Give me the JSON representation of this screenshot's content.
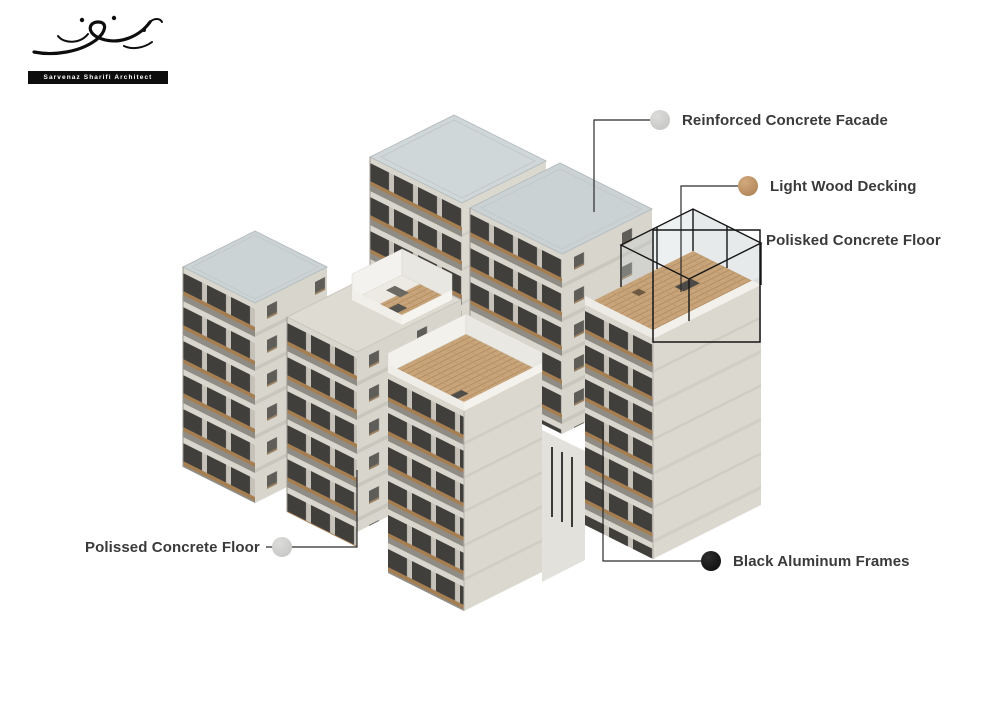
{
  "page": {
    "background": "#ffffff"
  },
  "logo": {
    "studio_name": "Sarvenaz Sharifi Architect"
  },
  "callouts": {
    "reinforced_concrete_facade": {
      "label": "Reinforced Concrete Facade",
      "swatch": "#c9c9c7"
    },
    "light_wood_decking": {
      "label": "Light Wood Decking",
      "swatch": "#c09468"
    },
    "polisked_concrete_floor": {
      "label": "Polisked Concrete Floor"
    },
    "polissed_concrete_floor": {
      "label": "Polissed Concrete Floor",
      "swatch": "#d9d9d7"
    },
    "black_aluminum_frames": {
      "label": "Black Aluminum Frames",
      "swatch": "#111111"
    }
  },
  "palette": {
    "concrete_light": "#d8d5cd",
    "concrete_shadow": "#b5b1a8",
    "roof_slab": "#cdd4d6",
    "wood_deck": "#c8a47a",
    "opening_dark": "#3e3d3b",
    "accent_black": "#161616"
  }
}
